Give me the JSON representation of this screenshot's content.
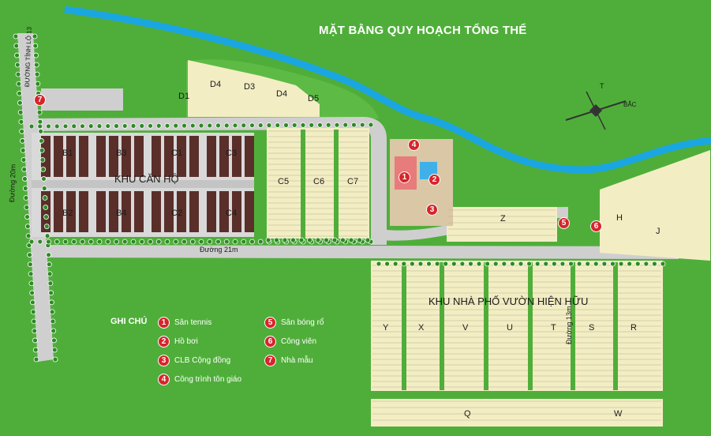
{
  "title": "MẶT BẰNG QUY HOẠCH TỔNG THỂ",
  "zones": {
    "apartments": "KHU CĂN HỘ",
    "garden_houses": "KHU NHÀ PHỐ VƯỜN HIỆN HỮU"
  },
  "roads": {
    "main": "Đường 21m",
    "left": "Đường 20m",
    "center": "Đường 13m",
    "provincial": "ĐƯỜNG TỈNH LỘ 13"
  },
  "blocks": {
    "apartments": [
      "B1",
      "B3",
      "C1",
      "C3",
      "B2",
      "B4",
      "C2",
      "C4"
    ],
    "north": [
      "D1",
      "D4",
      "D3",
      "D4",
      "D5"
    ],
    "central": [
      "C5",
      "C6",
      "C7"
    ],
    "south": [
      "Y",
      "X",
      "V",
      "U",
      "T",
      "S",
      "R"
    ],
    "east": [
      "Z",
      "H",
      "J"
    ],
    "bottom": [
      "Q",
      "W"
    ]
  },
  "compass": {
    "north": "T",
    "east": "BẮC"
  },
  "legend": {
    "heading": "GHI CHÚ",
    "items": [
      {
        "num": "1",
        "label": "Sân tennis"
      },
      {
        "num": "2",
        "label": "Hồ bơi"
      },
      {
        "num": "3",
        "label": "CLB Cộng đồng"
      },
      {
        "num": "4",
        "label": "Công trình tôn giáo"
      },
      {
        "num": "5",
        "label": "Sân bóng rổ"
      },
      {
        "num": "6",
        "label": "Công viên"
      },
      {
        "num": "7",
        "label": "Nhà mẫu"
      }
    ]
  },
  "colors": {
    "grass": "#4fae3a",
    "road": "#cfcfcf",
    "lot": "#f3edc4",
    "river": "#1aa6e0",
    "tower": "#5a2f2a",
    "marker": "#d6252b"
  }
}
